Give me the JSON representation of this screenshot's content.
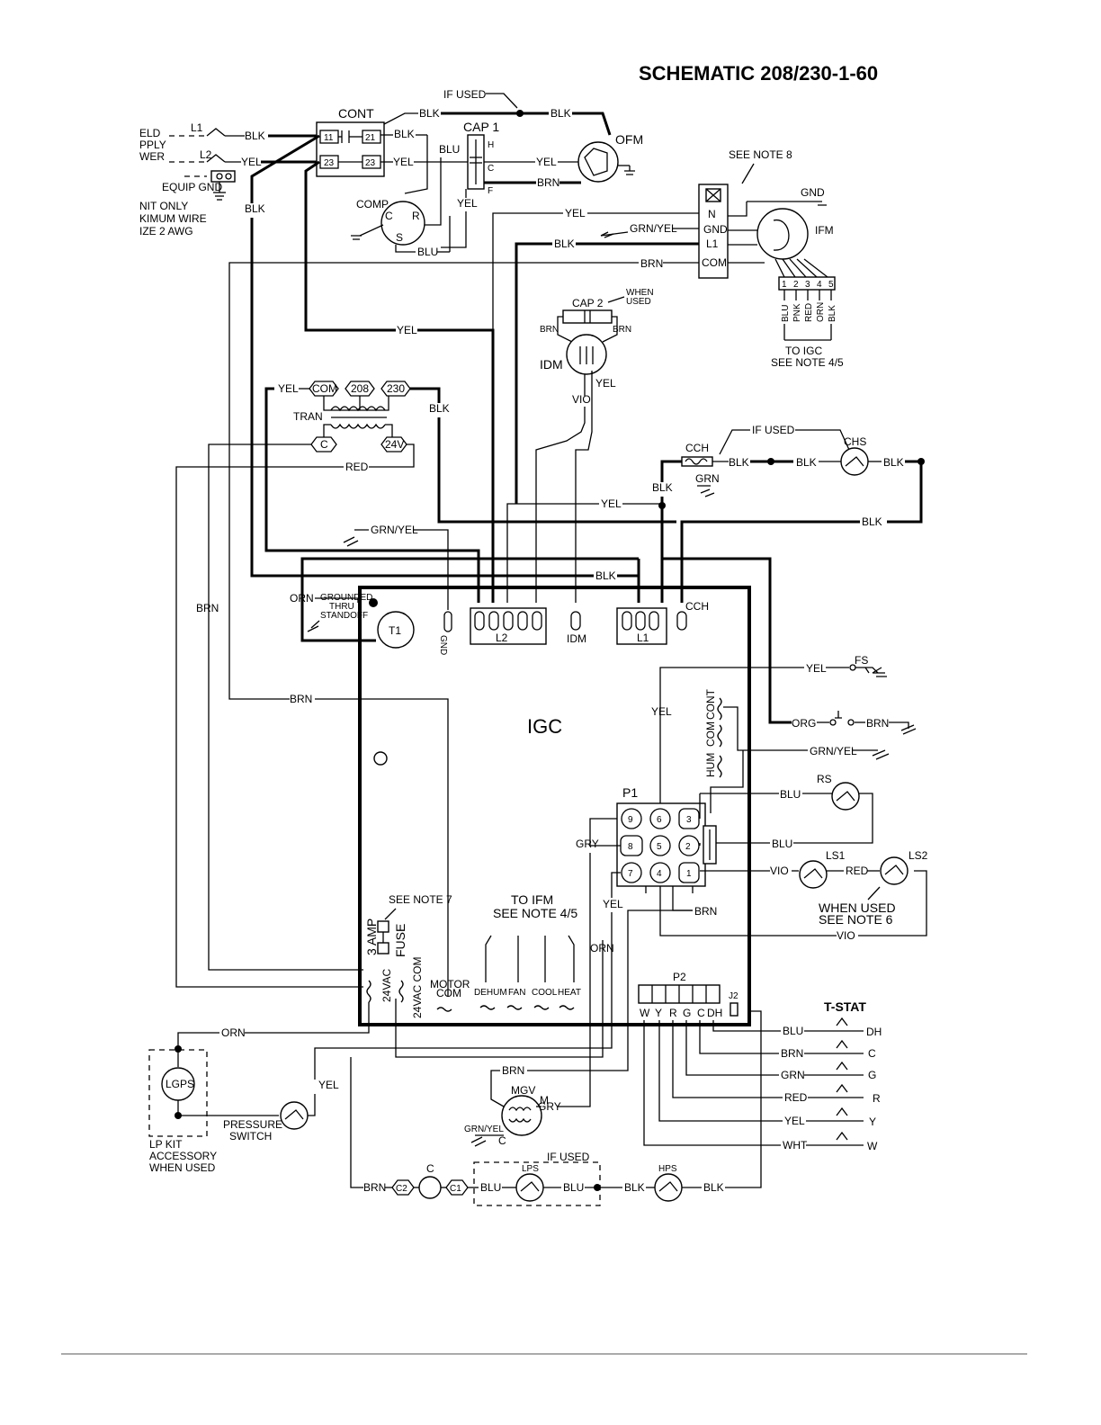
{
  "title": "SCHEMATIC  208/230-1-60",
  "notes": {
    "field_power_lines": [
      "ELD",
      "PPLY",
      "WER"
    ],
    "equip_gnd": "EQUIP  GND",
    "unit_only_lines": [
      "NIT ONLY",
      "KIMUM WIRE",
      "IZE 2 AWG"
    ],
    "if_used": "IF USED",
    "see_note_8": "SEE NOTE 8",
    "when_used": [
      "WHEN",
      "USED"
    ],
    "to_igc": [
      "TO IGC",
      "SEE NOTE 4/5"
    ],
    "see_note_7": "SEE NOTE 7",
    "to_ifm": [
      "TO IFM",
      "SEE NOTE 4/5"
    ],
    "when_used_note6": [
      "WHEN USED",
      "SEE NOTE 6"
    ],
    "grounded_standoff": [
      "GROUNDED",
      "THRU",
      "STANDOFF"
    ],
    "lp_kit": [
      "LP KIT",
      "ACCESSORY",
      "WHEN USED"
    ],
    "pressure_switch": [
      "PRESSURE",
      "SWITCH"
    ]
  },
  "components": {
    "cont": "CONT",
    "cap1": "CAP 1",
    "ofm": "OFM",
    "comp": "COMP",
    "ifm": "IFM",
    "cap2": "CAP 2",
    "idm": "IDM",
    "tran": "TRAN",
    "cch": "CCH",
    "chs": "CHS",
    "igc": "IGC",
    "t1": "T1",
    "fs": "FS",
    "rs": "RS",
    "ls1": "LS1",
    "ls2": "LS2",
    "p1": "P1",
    "p2": "P2",
    "j2": "J2",
    "tstat": "T-STAT",
    "lgps": "LGPS",
    "mgv": "MGV",
    "lps": "LPS",
    "hps": "HPS",
    "fuse": "FUSE",
    "amp": "3 AMP"
  },
  "terminals": {
    "l1": "L1",
    "l2": "L2",
    "c11": "11",
    "c21": "21",
    "c23a": "23",
    "c23b": "23",
    "cap_h": "H",
    "cap_c": "C",
    "cap_f": "F",
    "comp_c": "C",
    "comp_r": "R",
    "comp_s": "S",
    "ifm_n": "N",
    "ifm_gnd": "GND",
    "ifm_l1": "L1",
    "ifm_com": "COM",
    "ifm_nums": [
      "1",
      "2",
      "3",
      "4",
      "5"
    ],
    "tran_com": "COM",
    "tran_208": "208",
    "tran_230": "230",
    "tran_c": "C",
    "tran_24v": "24V",
    "igc_l2": "L2",
    "igc_idm": "IDM",
    "igc_l1": "L1",
    "igc_cch": "CCH",
    "igc_gnd": "GND",
    "hum": "HUM",
    "com": "COM",
    "cont": "CONT",
    "p1_pins": [
      "9",
      "6",
      "3",
      "8",
      "5",
      "2",
      "7",
      "4",
      "1"
    ],
    "p2_pins": [
      "W",
      "Y",
      "R",
      "G",
      "C",
      "DH"
    ],
    "tstat_terms": [
      "DH",
      "C",
      "G",
      "R",
      "Y",
      "W"
    ],
    "v24ac": "24VAC",
    "v24ac_com": "24VAC COM",
    "motor_com": [
      "MOTOR",
      "COM"
    ],
    "ifm_speeds": [
      "DEHUM",
      "FAN",
      "COOL",
      "HEAT"
    ],
    "gas_c": "C",
    "gas_c1": "C1",
    "gas_c2": "C2",
    "mgv_m": "M",
    "mgv_c": "C",
    "gnd": "GND"
  },
  "wires": {
    "blk": "BLK",
    "yel": "YEL",
    "blu": "BLU",
    "brn": "BRN",
    "red": "RED",
    "grn": "GRN",
    "grnyel": "GRN/YEL",
    "orn": "ORN",
    "org": "ORG",
    "vio": "VIO",
    "gry": "GRY",
    "wht": "WHT",
    "pnk": "PNK"
  },
  "ifm_leads": [
    "BLU",
    "PNK",
    "RED",
    "ORN",
    "BLK"
  ],
  "tstat_wires": [
    "BLU",
    "BRN",
    "GRN",
    "RED",
    "YEL",
    "WHT"
  ]
}
